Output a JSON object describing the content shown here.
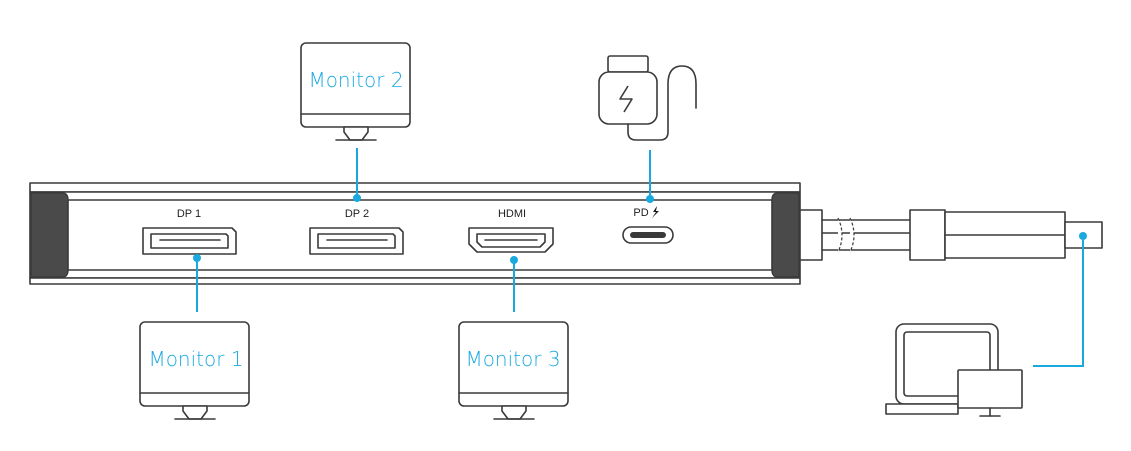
{
  "colors": {
    "accent": "#1aa9df",
    "outline": "#3a3a3a",
    "hub_body": "#4a4a4a",
    "monitor_fill": "#ffffff"
  },
  "ports": {
    "dp1": "DP 1",
    "dp2": "DP 2",
    "hdmi": "HDMI",
    "pd": "PD"
  },
  "monitors": {
    "monitor1": "Monitor 1",
    "monitor2": "Monitor 2",
    "monitor3": "Monitor 3"
  },
  "icons": {
    "pd_icon": "lightning-bolt-icon",
    "charger": "usb-c-charger-icon",
    "computer": "desktop-computer-icon"
  }
}
